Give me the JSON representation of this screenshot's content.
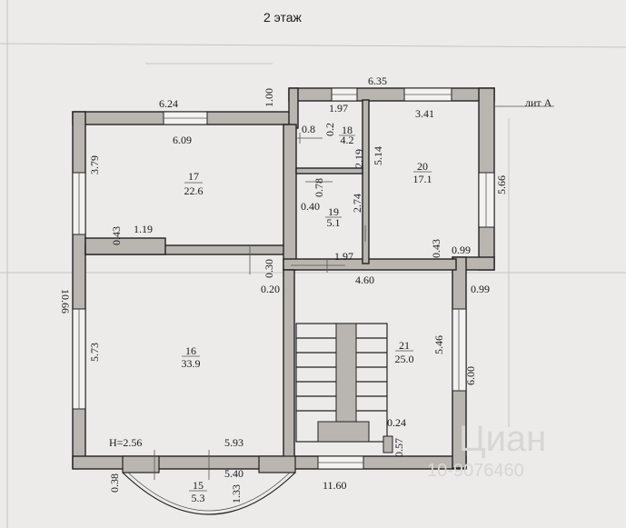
{
  "title": "2 этаж",
  "lit_label": "лит А",
  "height_note": "H=2.56",
  "rooms": [
    {
      "num": "17",
      "area": "22.6"
    },
    {
      "num": "18",
      "area": "4.2"
    },
    {
      "num": "19",
      "area": "5.1"
    },
    {
      "num": "20",
      "area": "17.1"
    },
    {
      "num": "16",
      "area": "33.9"
    },
    {
      "num": "21",
      "area": "25.0"
    },
    {
      "num": "15",
      "area": "5.3"
    }
  ],
  "dimensions": [
    "6.24",
    "1.00",
    "6.35",
    "1.97",
    "3.41",
    "6.09",
    "0.8",
    "0.2",
    "2.19",
    "5.14",
    "0.78",
    "0.40",
    "2.74",
    "3.79",
    "0.43",
    "1.19",
    "0.30",
    "1.97",
    "0.43",
    "0.99",
    "0.20",
    "4.60",
    "0.99",
    "10.66",
    "5.73",
    "5.46",
    "6.00",
    "0.24",
    "0.57",
    "5.93",
    "0.38",
    "5.40",
    "1.33",
    "11.60",
    "5.66"
  ],
  "watermark": {
    "brand": "Циан",
    "id": "10-9076460"
  }
}
